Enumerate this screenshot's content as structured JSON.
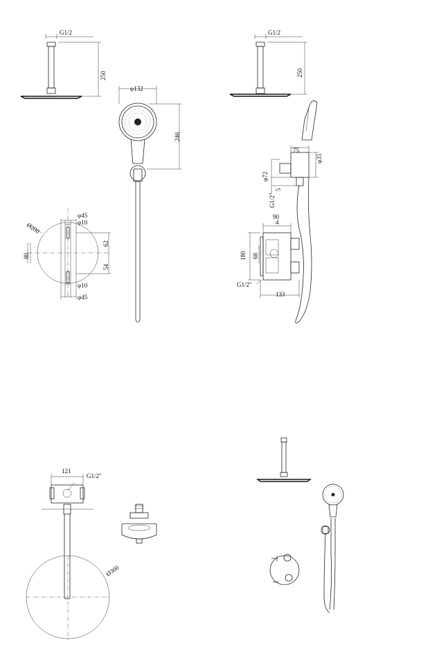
{
  "dims": {
    "head1_thread": "G1/2",
    "head1_height": "250",
    "head2_thread": "G1/2",
    "head2_height": "250",
    "hand_dia": "φ132",
    "hand_len": "246",
    "plate_dia": "Ø200",
    "plate_h": "80",
    "knob_top_dia": "φ45",
    "knob_top_stem": "φ10",
    "knob_gap_top": "62",
    "knob_gap_bot": "54",
    "knob_bot_stem": "φ10",
    "knob_bot_dia": "φ45",
    "holder_w": "75",
    "holder_dia72": "φ72",
    "holder_dia35": "φ35",
    "holder_5": "5",
    "holder_thread": "G1/2\"",
    "valve_90": "90",
    "valve_4": "4",
    "valve_180": "180",
    "valve_68": "68",
    "valve_thread": "G1/2\"",
    "valve_133": "133",
    "arm_121": "121",
    "arm_thread": "G1/2\"",
    "rain_dia": "Ø300"
  },
  "icons": {
    "head1": "rain-shower-head-icon",
    "head2": "rain-shower-head-icon",
    "hand_shower": "hand-shower-icon",
    "mixer_plate": "mixer-plate-icon",
    "holder": "wall-elbow-holder-icon",
    "valve": "diverter-valve-icon",
    "arm": "wall-arm-icon",
    "rain": "round-rain-head-icon",
    "connector": "ceiling-connector-icon",
    "set": "shower-set-assembly-icon"
  }
}
